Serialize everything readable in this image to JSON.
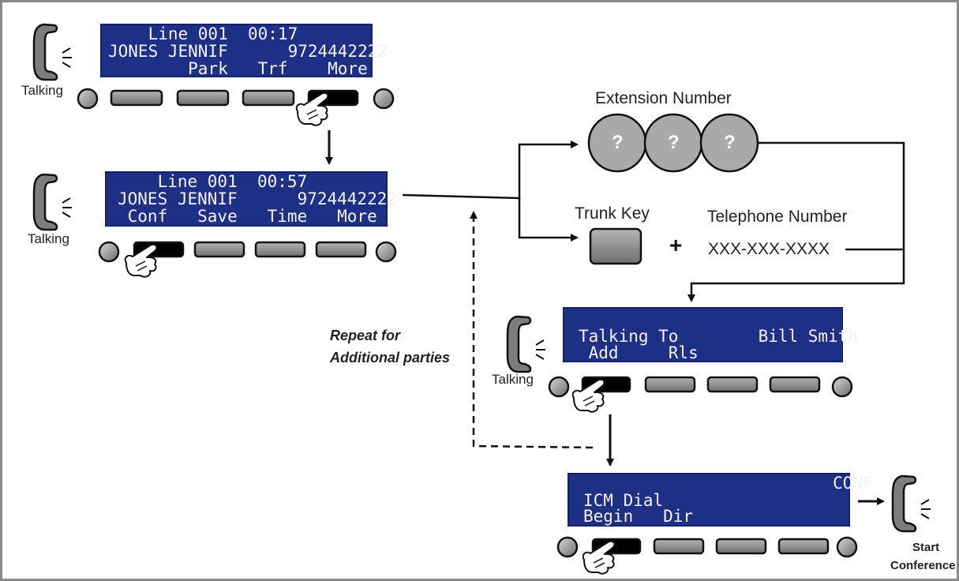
{
  "labels": {
    "talking": "Talking",
    "extension_number": "Extension Number",
    "trunk_key": "Trunk Key",
    "telephone_number": "Telephone Number",
    "phone_number_pattern": "XXX-XXX-XXXX",
    "plus": "+",
    "question_mark": "?",
    "repeat_line1": "Repeat for",
    "repeat_line2": "Additional parties",
    "start_line1": "Start",
    "start_line2": "Conference"
  },
  "screens": [
    {
      "name": "screen-1",
      "lines": [
        "    Line 001  00:17",
        "JONES JENNIF      9724442222",
        "        Park   Trf    More"
      ]
    },
    {
      "name": "screen-2",
      "lines": [
        "    Line 001  00:57",
        "JONES JENNIF      9724442222",
        " Conf   Save   Time   More"
      ]
    },
    {
      "name": "screen-3",
      "lines": [
        "",
        "Talking To        Bill Smith",
        " Add     Rls"
      ]
    },
    {
      "name": "screen-4",
      "lines": [
        "                         CONF",
        "ICM Dial",
        "Begin   Dir"
      ]
    }
  ],
  "colors": {
    "lcd_background": "#1e2f86",
    "lcd_text": "#f2f2f2",
    "button_fill": "#8c8c8c",
    "pressed_button": "#000000",
    "dial_circle": "#a9a9a9"
  },
  "icons": [
    "handset-icon",
    "sound-waves-icon",
    "pointing-finger-icon"
  ]
}
